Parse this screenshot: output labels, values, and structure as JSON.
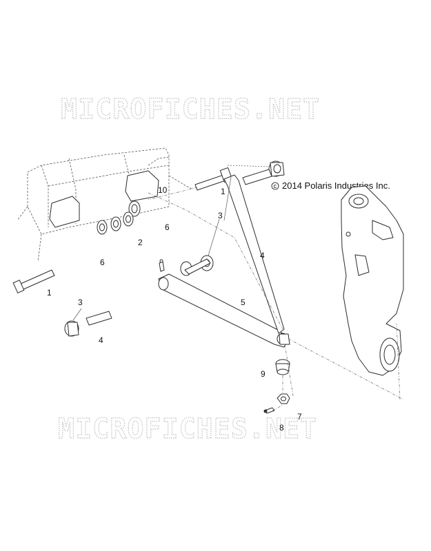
{
  "watermark": {
    "top": "MICROFICHES.NET",
    "bottom": "MICROFICHES.NET"
  },
  "copyright": {
    "symbol": "c",
    "text": "2014 Polaris Industries Inc."
  },
  "callouts": {
    "bolt_top": "1",
    "bolt_left": "1",
    "bushing_top": "3",
    "bushing_left": "3",
    "sleeve_top": "4",
    "sleeve_left": "4",
    "washer_upper": "6",
    "washer_lower": "6",
    "spacer": "2",
    "control_arm": "5",
    "grease_fitting": "10",
    "nut": "7",
    "clip": "8",
    "ball_joint_cover": "9"
  }
}
